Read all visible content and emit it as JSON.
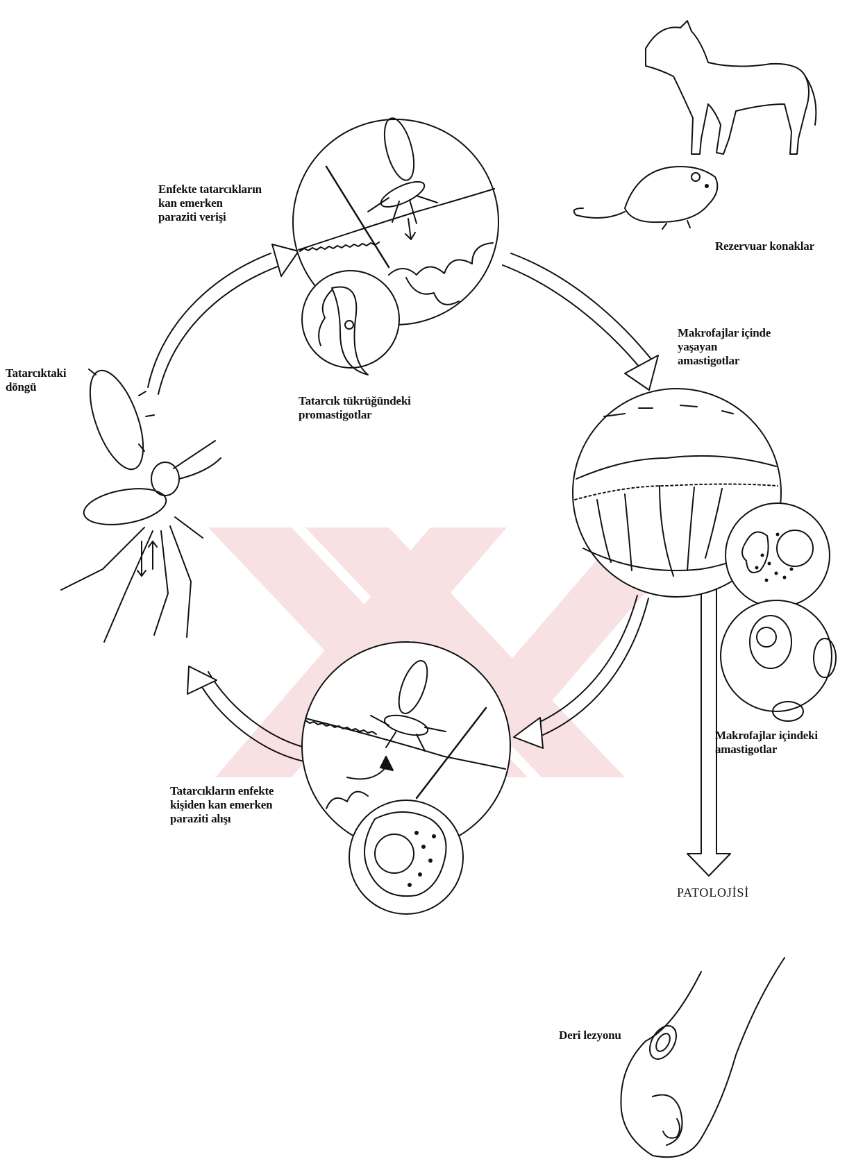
{
  "labels": {
    "infected_bite": [
      "Enfekte tatarcıkların",
      "kan emerken",
      "paraziti verişi"
    ],
    "reservoir": [
      "Rezervuar konaklar"
    ],
    "amastigotes_living": [
      "Makrofajlar içinde",
      "yaşayan",
      "amastigotlar"
    ],
    "sandfly_cycle": [
      "Tatarcıktaki",
      "döngü"
    ],
    "promastigotes": [
      "Tatarcık tükrüğündeki",
      "promastigotlar"
    ],
    "amastigotes_inside": [
      "Makrofajlar içindeki",
      "amastigotlar"
    ],
    "uptake": [
      "Tatarcıkların enfekte",
      "kişiden kan emerken",
      "paraziti alışı"
    ],
    "pathology": [
      "PATOLOJİSİ"
    ],
    "skin_lesion": [
      "Deri lezyonu"
    ]
  },
  "colors": {
    "ink": "#111111",
    "watermark": "#f3c9cb"
  },
  "icons": [
    "sandfly-icon",
    "dog-icon",
    "rodent-icon",
    "skin-cross-section-icon",
    "macrophage-icon",
    "hand-lesion-icon"
  ]
}
